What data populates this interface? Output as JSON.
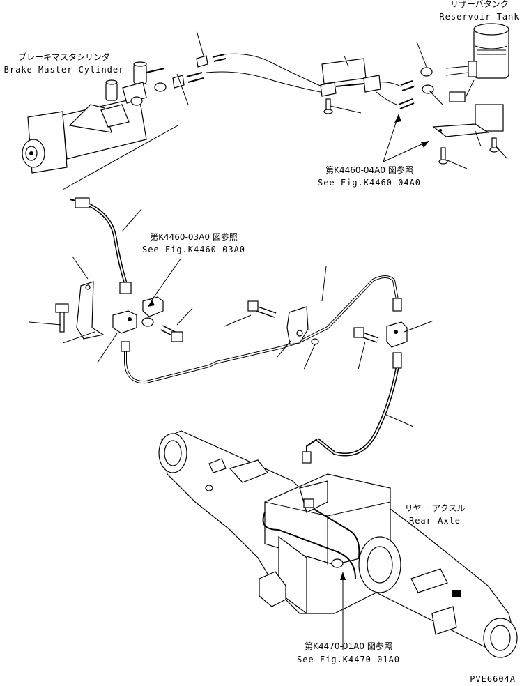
{
  "labels": {
    "reservoir_jp": "リザーバタンク",
    "reservoir_en": "Reservoir Tank",
    "master_jp": "ブレーキマスタシリンダ",
    "master_en": "Brake Master Cylinder",
    "ref_0440_jp": "第K4460-04A0 図参照",
    "ref_0440_en": "See Fig.K4460-04A0",
    "ref_0340_jp": "第K4460-03A0 図参照",
    "ref_0340_en": "See Fig.K4460-03A0",
    "rear_axle_jp": "リヤー アクスル",
    "rear_axle_en": "Rear Axle",
    "ref_4470_jp": "第K4470-01A0 図参照",
    "ref_4470_en": "See Fig.K4470-01A0",
    "drawing_code": "PVE6604A"
  }
}
